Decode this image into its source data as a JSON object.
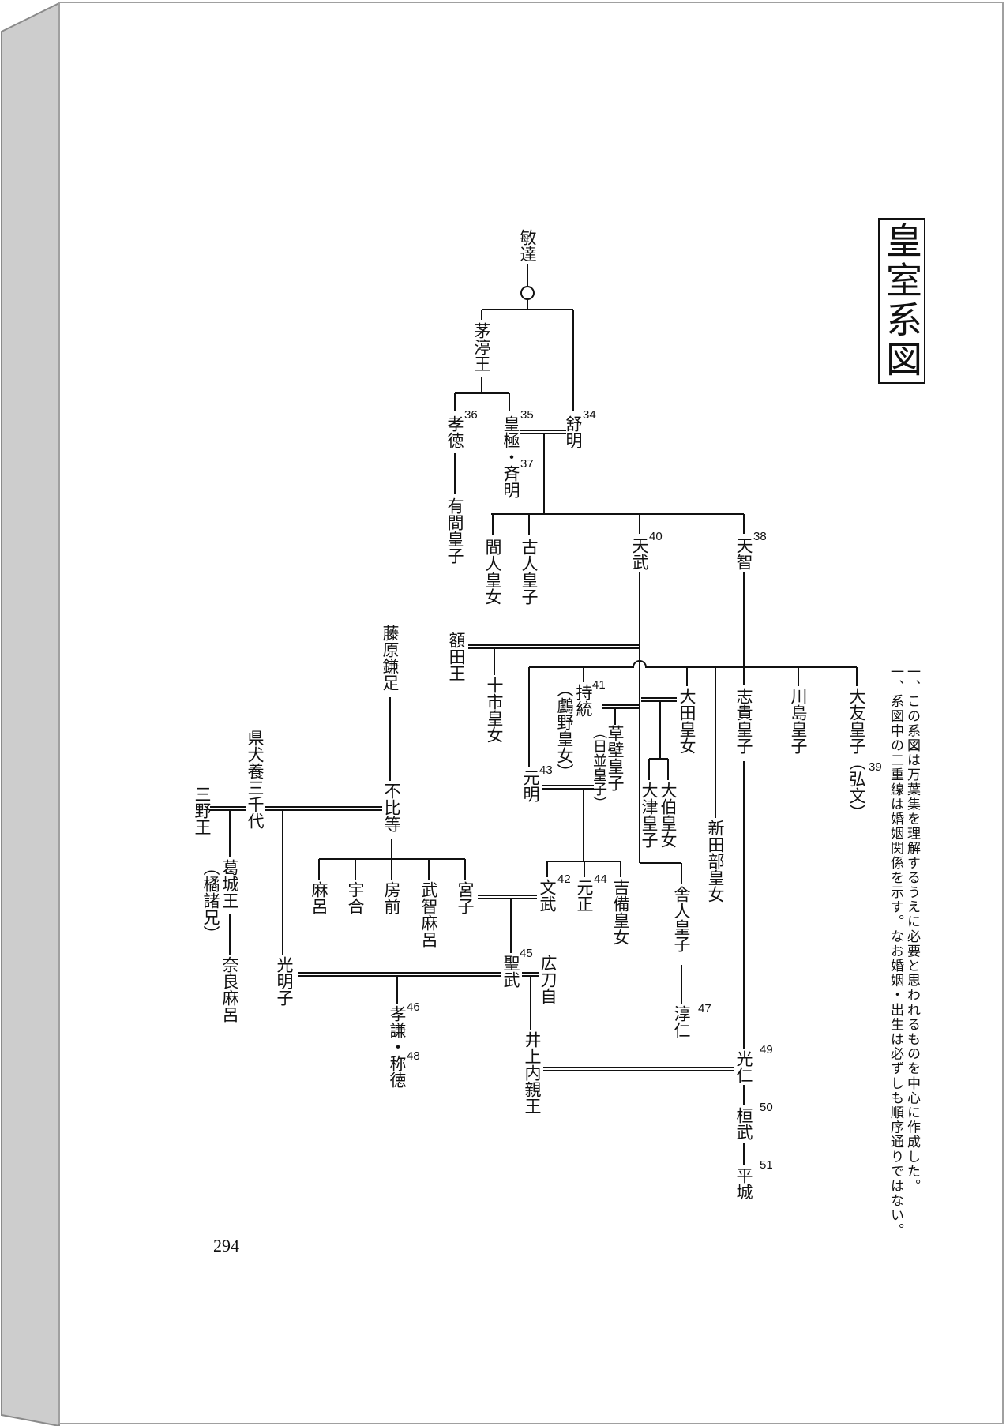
{
  "title": "皇室系図",
  "notes": [
    "一、この系図は万葉集を理解するうえに必要と思われるものを中心に作成した。",
    "一、系図中の二重線は婚姻関係を示す。なお婚姻・出生は必ずしも順序通りではない。"
  ],
  "page_number": "294",
  "nodes": {
    "bidatsu": {
      "name": "敏達"
    },
    "chinu": {
      "name": "茅渟王"
    },
    "kotoku": {
      "name": "孝徳",
      "number": "36"
    },
    "kogyoku": {
      "name": "皇極・斉明",
      "number": "35",
      "number2": "37"
    },
    "jomei": {
      "name": "舒明",
      "number": "34"
    },
    "arima": {
      "name": "有間皇子"
    },
    "hashihito": {
      "name": "間人皇女"
    },
    "furuhito": {
      "name": "古人皇子"
    },
    "temmu": {
      "name": "天武",
      "number": "40"
    },
    "tenji": {
      "name": "天智",
      "number": "38"
    },
    "nukata": {
      "name": "額田王"
    },
    "tochi": {
      "name": "十市皇女"
    },
    "jito": {
      "name": "持統",
      "number": "41"
    },
    "jito_alt": {
      "name": "（鸕野皇女）"
    },
    "kusakabe": {
      "name": "草壁皇子"
    },
    "kusakabe_alt": {
      "name": "（日並皇子）"
    },
    "gemmei": {
      "name": "元明",
      "number": "43"
    },
    "ota": {
      "name": "大田皇女"
    },
    "otsu": {
      "name": "大津皇子"
    },
    "oku": {
      "name": "大伯皇女"
    },
    "niitabe": {
      "name": "新田部皇女"
    },
    "shiki": {
      "name": "志貴皇子"
    },
    "kawashima": {
      "name": "川島皇子"
    },
    "otomo": {
      "name": "大友皇子（弘文）",
      "number": "39"
    },
    "toneri": {
      "name": "舎人皇子"
    },
    "junnin": {
      "name": "淳仁",
      "number": "47"
    },
    "kamatari": {
      "name": "藤原鎌足"
    },
    "fuhito": {
      "name": "不比等"
    },
    "michiyo": {
      "name": "県犬養三千代"
    },
    "mino": {
      "name": "三野王"
    },
    "katsuragi": {
      "name": "葛城王"
    },
    "katsuragi_alt": {
      "name": "（橘諸兄）"
    },
    "naramaro": {
      "name": "奈良麻呂"
    },
    "komyo": {
      "name": "光明子"
    },
    "maro": {
      "name": "麻呂"
    },
    "umakai": {
      "name": "宇合"
    },
    "fusasaki": {
      "name": "房前"
    },
    "muchimaro": {
      "name": "武智麻呂"
    },
    "miyako": {
      "name": "宮子"
    },
    "mommu": {
      "name": "文武",
      "number": "42"
    },
    "gensho": {
      "name": "元正",
      "number": "44"
    },
    "kibi": {
      "name": "吉備皇女"
    },
    "shomu": {
      "name": "聖武",
      "number": "45"
    },
    "hirotoji": {
      "name": "広刀自"
    },
    "koken": {
      "name": "孝謙・称徳",
      "number": "46",
      "number2": "48"
    },
    "inoue": {
      "name": "井上内親王"
    },
    "konin": {
      "name": "光仁",
      "number": "49"
    },
    "kammu": {
      "name": "桓武",
      "number": "50"
    },
    "heizei": {
      "name": "平城",
      "number": "51"
    }
  }
}
